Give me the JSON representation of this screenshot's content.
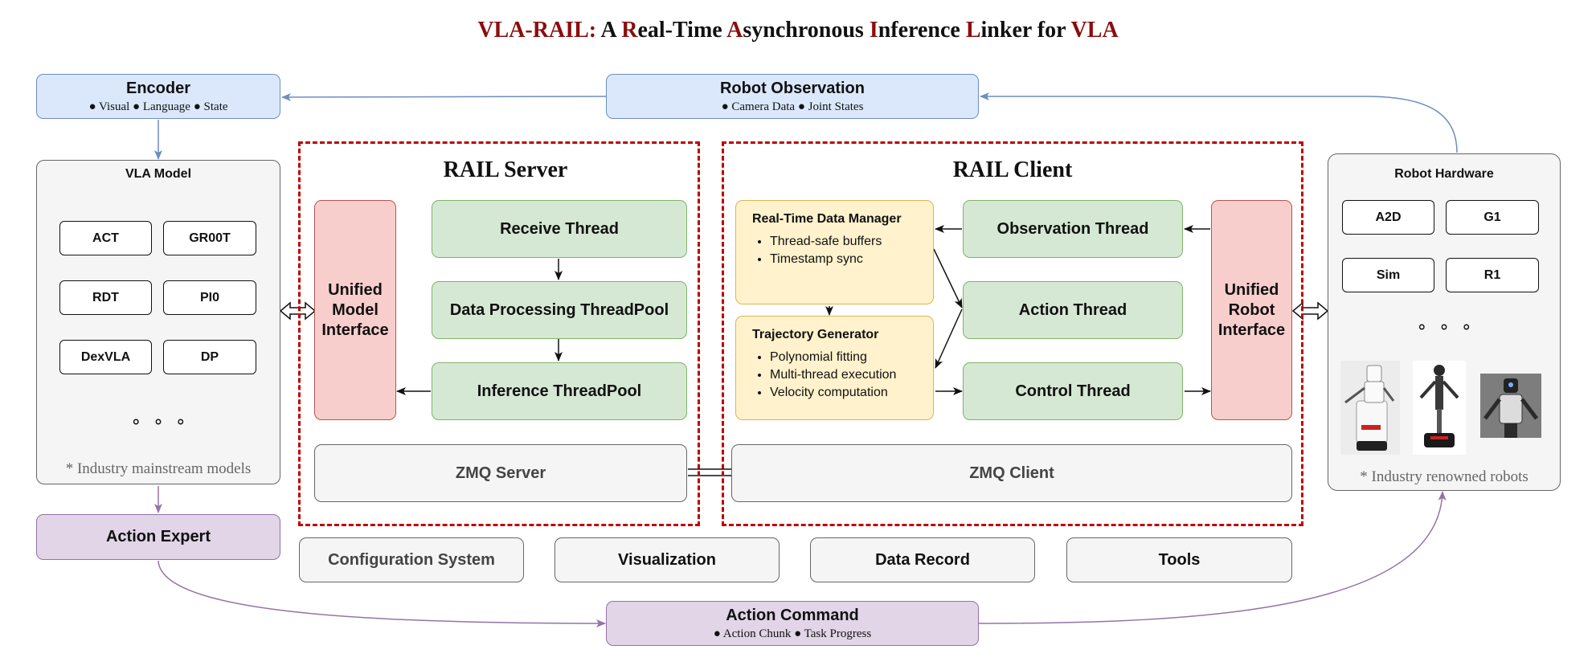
{
  "title": {
    "p1": "VLA-RAIL:",
    "p2": " A  ",
    "p3": "R",
    "p4": "eal-Time ",
    "p5": "A",
    "p6": "synchronous ",
    "p7": "I",
    "p8": "nference ",
    "p9": "L",
    "p10": "inker for ",
    "p11": "VLA"
  },
  "encoder": {
    "label": "Encoder",
    "items": "● Visual   ● Language  ● State"
  },
  "robot_observation": {
    "label": "Robot Observation",
    "items": "● Camera Data   ● Joint States"
  },
  "vla_model": {
    "label": "VLA Model",
    "models": [
      "ACT",
      "GR00T",
      "RDT",
      "PI0",
      "DexVLA",
      "DP"
    ],
    "dots": "∘∘∘",
    "note": "* Industry mainstream models"
  },
  "rail_server": {
    "title": "RAIL Server",
    "unified_model": "Unified Model Interface",
    "receive": "Receive Thread",
    "processing": "Data Processing ThreadPool",
    "inference": "Inference ThreadPool",
    "zmq": "ZMQ Server"
  },
  "rail_client": {
    "title": "RAIL Client",
    "data_manager": {
      "title": "Real-Time Data Manager",
      "items": [
        "Thread-safe buffers",
        "Timestamp sync"
      ]
    },
    "trajectory": {
      "title": "Trajectory Generator",
      "items": [
        "Polynomial fitting",
        "Multi-thread execution",
        "Velocity computation"
      ]
    },
    "observation_thread": "Observation Thread",
    "action_thread": "Action Thread",
    "control_thread": "Control Thread",
    "unified_robot": "Unified Robot Interface",
    "zmq": "ZMQ Client"
  },
  "robot_hardware": {
    "label": "Robot Hardware",
    "robots": [
      "A2D",
      "G1",
      "Sim",
      "R1"
    ],
    "dots": "∘∘∘",
    "note": "* Industry renowned robots"
  },
  "action_expert": {
    "label": "Action Expert"
  },
  "tools": {
    "config": "Configuration System",
    "visualization": "Visualization",
    "record": "Data Record",
    "tools": "Tools"
  },
  "action_command": {
    "label": "Action Command",
    "items": "● Action Chunk   ● Task Progress"
  },
  "colors": {
    "accent_red": "#8b0d0d",
    "dashed_red": "#c00000",
    "blue": "#dbe8fc",
    "green": "#d5e8d4",
    "red": "#f8cecc",
    "yellow": "#fff2cc",
    "purple": "#e1d5e7",
    "gray": "#f5f5f5"
  }
}
